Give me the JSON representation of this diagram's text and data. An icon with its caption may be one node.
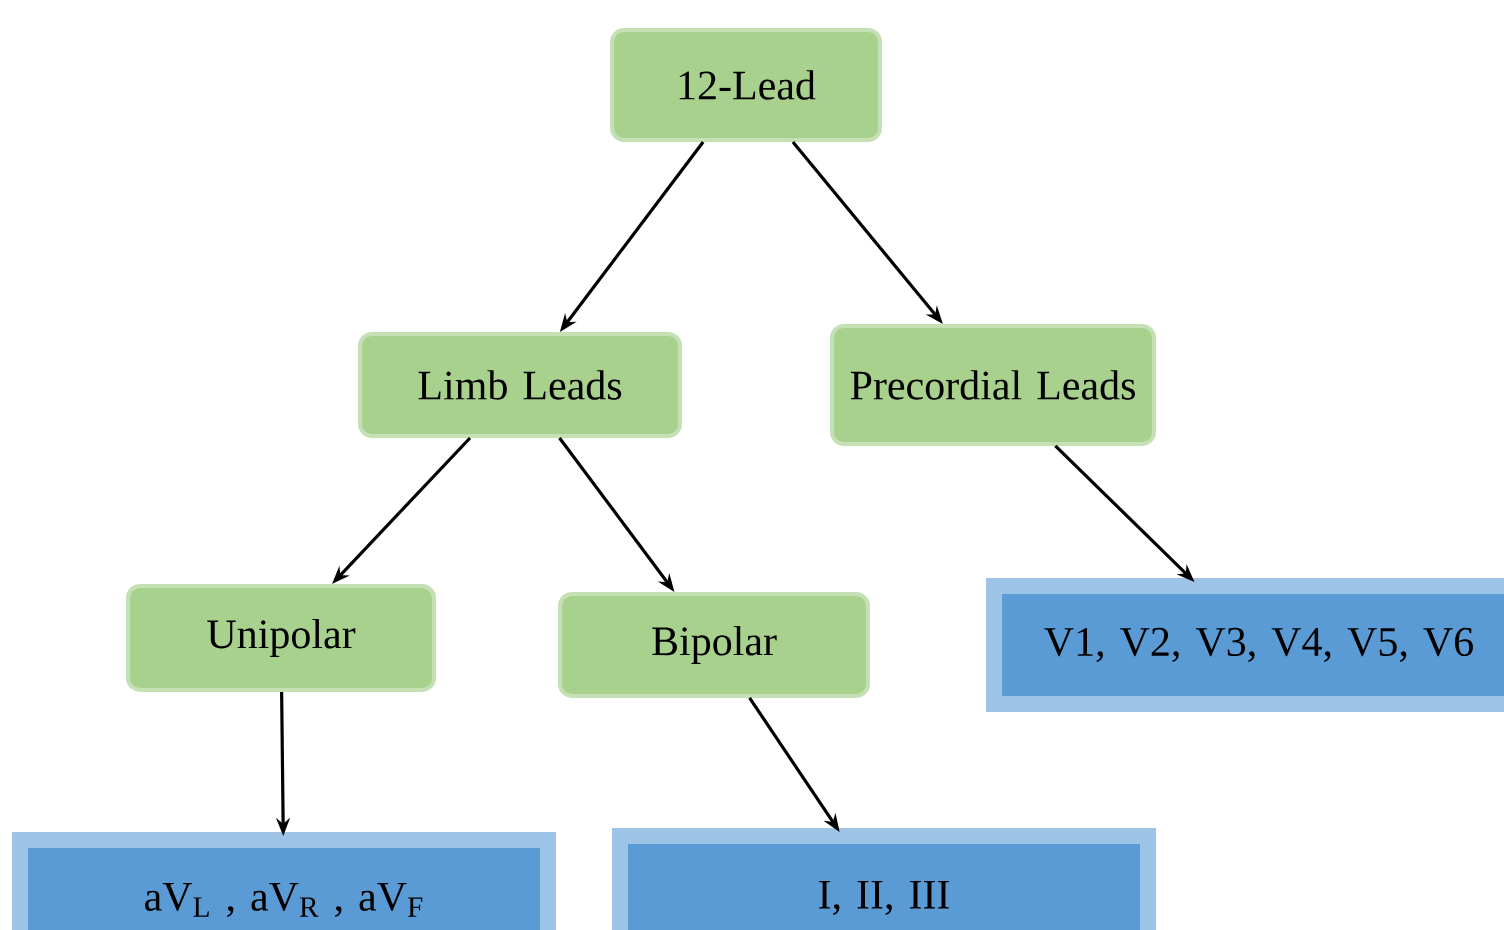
{
  "diagram": {
    "nodes": [
      {
        "text": [
          "12-Lead"
        ]
      },
      {
        "text": [
          "Limb Leads"
        ]
      },
      {
        "text": [
          "Precordial Leads"
        ]
      },
      {
        "text": [
          "Unipolar"
        ]
      },
      {
        "text": [
          "Bipolar"
        ]
      },
      {
        "text": [
          "V1, V2, V3, V4, V5, V6"
        ]
      },
      {
        "text": [
          "aV$_{L}$ , aV$_{R}$ , aV$_{F}$"
        ]
      },
      {
        "text": [
          "I, II, III"
        ]
      }
    ],
    "edges": [
      {
        "from": 0,
        "to": 1,
        "arrow": "to"
      },
      {
        "from": 0,
        "to": 2,
        "arrow": "to"
      },
      {
        "from": 1,
        "to": 3,
        "arrow": "to"
      },
      {
        "from": 1,
        "to": 4,
        "arrow": "to"
      },
      {
        "from": 2,
        "to": 5,
        "arrow": "to"
      },
      {
        "from": 3,
        "to": 6,
        "arrow": "to"
      },
      {
        "from": 4,
        "to": 7,
        "arrow": "to"
      }
    ]
  }
}
